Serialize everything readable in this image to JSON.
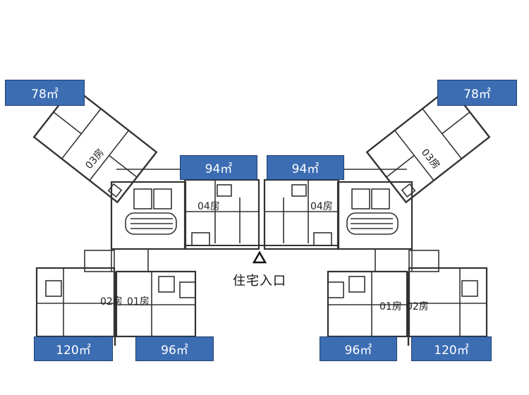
{
  "unit_areas": {
    "left_03": "78㎡",
    "right_03": "78㎡",
    "left_04": "94㎡",
    "right_04": "94㎡",
    "left_02": "120㎡",
    "left_01": "96㎡",
    "right_01": "96㎡",
    "right_02": "120㎡"
  },
  "rooms": {
    "left_03": "03房",
    "right_03": "03房",
    "left_04": "04房",
    "right_04": "04房",
    "left_02": "02房",
    "left_01": "01房",
    "right_01": "01房",
    "right_02": "02房"
  },
  "entrance": {
    "label": "住宅入口",
    "icon": "triangle-icon"
  },
  "colors": {
    "label_bg": "#3c6db3",
    "wall": "#333333"
  }
}
